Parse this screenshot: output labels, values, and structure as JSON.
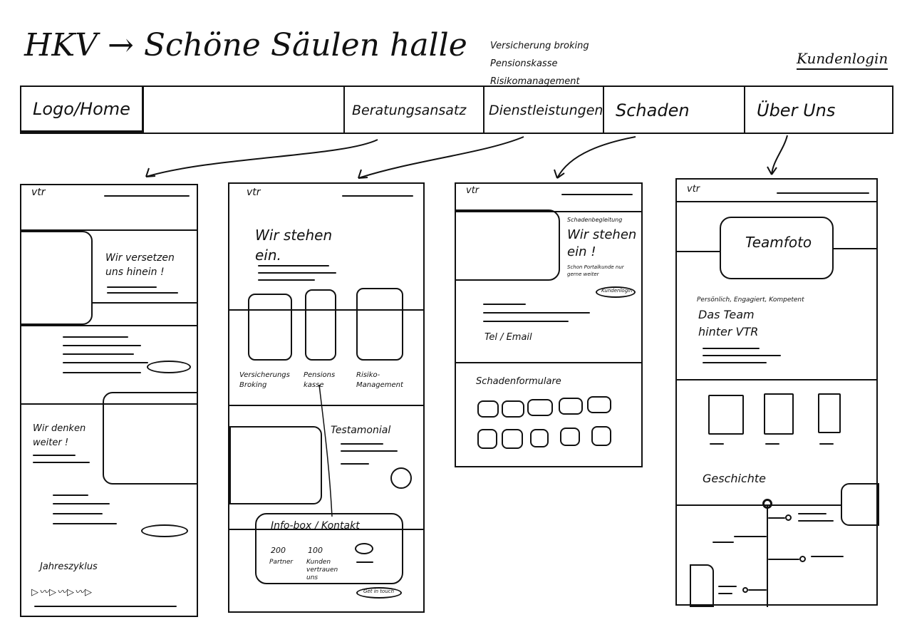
{
  "title": "HKV → Schöne Säulen halle",
  "login_label": "Kundenlogin",
  "services_list": [
    "Versicherung broking",
    "Pensionskasse",
    "Risikomanagement"
  ],
  "nav": {
    "logo": "Logo/Home",
    "items": [
      "Beratungsansatz",
      "Dienstleistungen",
      "Schaden",
      "Über Uns"
    ]
  },
  "wireframe1": {
    "brand": "vtr",
    "hero_heading": "Wir versetzen uns hinein !",
    "section2_heading": "Wir denken weiter !",
    "cycle_heading": "Jahreszyklus"
  },
  "wireframe2": {
    "brand": "vtr",
    "hero_heading": "Wir stehen ein.",
    "cards": [
      "Versicherungs Broking",
      "Pensions kasse",
      "Risiko-Management"
    ],
    "testimonial": "Testamonial",
    "infobox": "Info-box / Kontakt",
    "stat1_value": "200",
    "stat1_label": "Partner",
    "stat2_value": "100",
    "stat2_label": "Kunden vertrauen uns",
    "cta": "Get in touch"
  },
  "wireframe3": {
    "brand": "vtr",
    "eyebrow": "Schadenbegleitung",
    "hero_heading": "Wir stehen ein !",
    "hero_sub": "Schon Portalkunde nur gerne weiter",
    "login_button": "Kundenlogin",
    "contact": "Tel / Email",
    "forms_heading": "Schadenformulare"
  },
  "wireframe4": {
    "brand": "vtr",
    "team_photo": "Teamfoto",
    "values": "Persönlich, Engagiert, Kompetent",
    "heading": "Das Team hinter VTR",
    "history": "Geschichte"
  }
}
